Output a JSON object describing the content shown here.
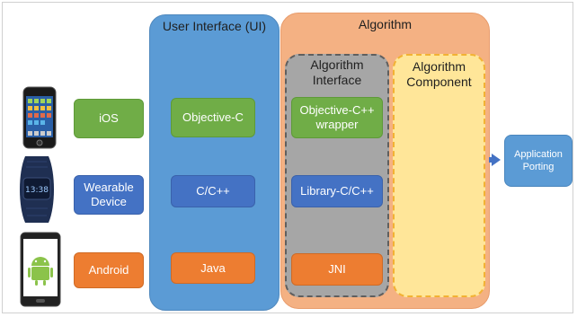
{
  "platforms": [
    {
      "label": "iOS",
      "icon": "iphone-icon"
    },
    {
      "label": "Wearable\nDevice",
      "icon": "fitness-band-icon"
    },
    {
      "label": "Android",
      "icon": "android-phone-icon"
    }
  ],
  "ui_panel": {
    "title": "User Interface (UI)",
    "items": [
      "Objective-C",
      "C/C++",
      "Java"
    ]
  },
  "algorithm_panel": {
    "title": "Algorithm",
    "interface": {
      "title": "Algorithm\nInterface",
      "items": [
        "Objective-C++\nwrapper",
        "Library-C/C++",
        "JNI"
      ]
    },
    "component": {
      "title": "Algorithm\nComponent"
    }
  },
  "output": {
    "label": "Application\nPorting"
  },
  "colors": {
    "green": "#70ad47",
    "blue": "#4472c4",
    "orange": "#ed7d31",
    "ui_panel": "#5b9bd5",
    "algorithm_panel": "#f4b183",
    "interface_panel": "#a6a6a6",
    "component_panel": "#ffe699"
  }
}
